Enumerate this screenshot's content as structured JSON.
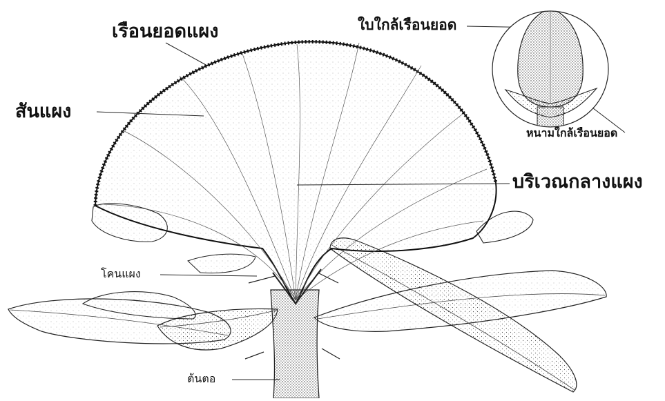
{
  "diagram": {
    "labels": {
      "crest_rim": "เรือนยอดแผง",
      "fan_edge": "สันแผง",
      "fan_center": "บริเวณกลางแผง",
      "fan_base": "โคนแผง",
      "stem": "ต้นตอ",
      "inset_leaf": "ใบใกล้เรือนยอด",
      "inset_spine": "หนามใกล้เรือนยอด"
    }
  },
  "colors": {
    "ink": "#111111",
    "background": "#ffffff"
  }
}
